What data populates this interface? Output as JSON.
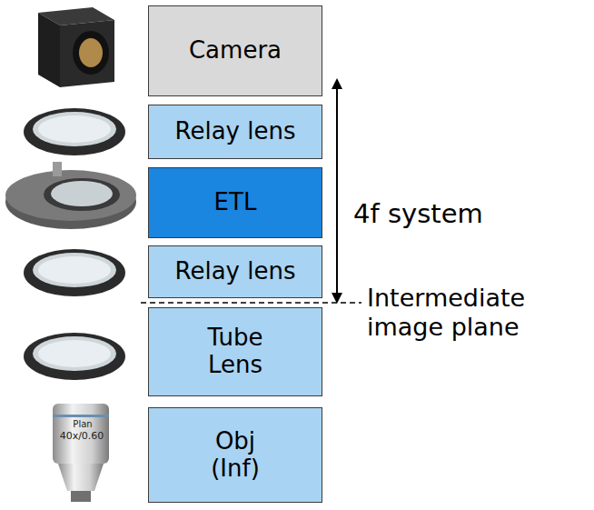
{
  "diagram": {
    "nodes": [
      {
        "text": [
          "Camera"
        ]
      },
      {
        "text": [
          "Relay lens"
        ]
      },
      {
        "text": [
          "ETL"
        ]
      },
      {
        "text": [
          "Relay lens"
        ]
      },
      {
        "text": [
          "Tube Lens"
        ]
      },
      {
        "text": [
          "Obj (Inf)"
        ]
      }
    ],
    "labels": [
      "4f system",
      "Intermediate image plane",
      "Plan",
      "40x/0.60"
    ]
  }
}
